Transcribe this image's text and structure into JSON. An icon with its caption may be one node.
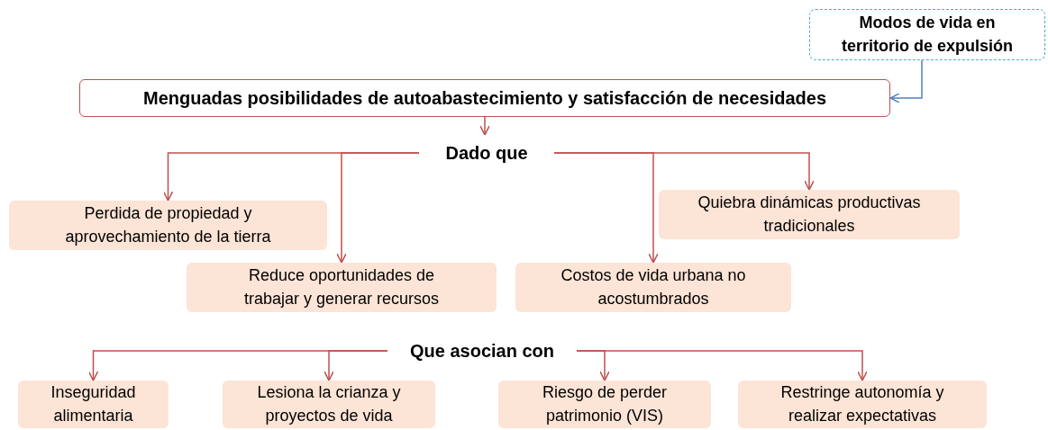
{
  "diagram": {
    "nodes": [
      {
        "text": [
          "Modos de vida en territorio de expulsión"
        ]
      },
      {
        "text": [
          "Menguadas posibilidades de autoabastecimiento y satisfacción de necesidades"
        ]
      },
      {
        "text": [
          "Dado que"
        ]
      },
      {
        "text": [
          "Perdida de propiedad y aprovechamiento de la tierra"
        ]
      },
      {
        "text": [
          "Reduce oportunidades de trabajar y generar recursos"
        ]
      },
      {
        "text": [
          "Costos de vida urbana no acostumbrados"
        ]
      },
      {
        "text": [
          "Quiebra dinámicas productivas tradicionales"
        ]
      },
      {
        "text": [
          "Que asocian con"
        ]
      },
      {
        "text": [
          "Inseguridad alimentaria"
        ]
      },
      {
        "text": [
          "Lesiona la crianza y proyectos de vida"
        ]
      },
      {
        "text": [
          "Riesgo de perder patrimonio (VIS)"
        ]
      },
      {
        "text": [
          "Restringe autonomía y realizar expectativas"
        ]
      }
    ],
    "edges": [
      {
        "from": 0,
        "to": 1,
        "arrow": "to",
        "color": "#4f81bd"
      },
      {
        "from": 1,
        "to": 2,
        "arrow": "to"
      },
      {
        "from": 2,
        "to": 3,
        "arrow": "to"
      },
      {
        "from": 2,
        "to": 4,
        "arrow": "to"
      },
      {
        "from": 2,
        "to": 5,
        "arrow": "to"
      },
      {
        "from": 2,
        "to": 6,
        "arrow": "to"
      },
      {
        "from": 7,
        "to": 8,
        "arrow": "to"
      },
      {
        "from": 7,
        "to": 9,
        "arrow": "to"
      },
      {
        "from": 7,
        "to": 10,
        "arrow": "to"
      },
      {
        "from": 7,
        "to": 11,
        "arrow": "to"
      }
    ]
  }
}
